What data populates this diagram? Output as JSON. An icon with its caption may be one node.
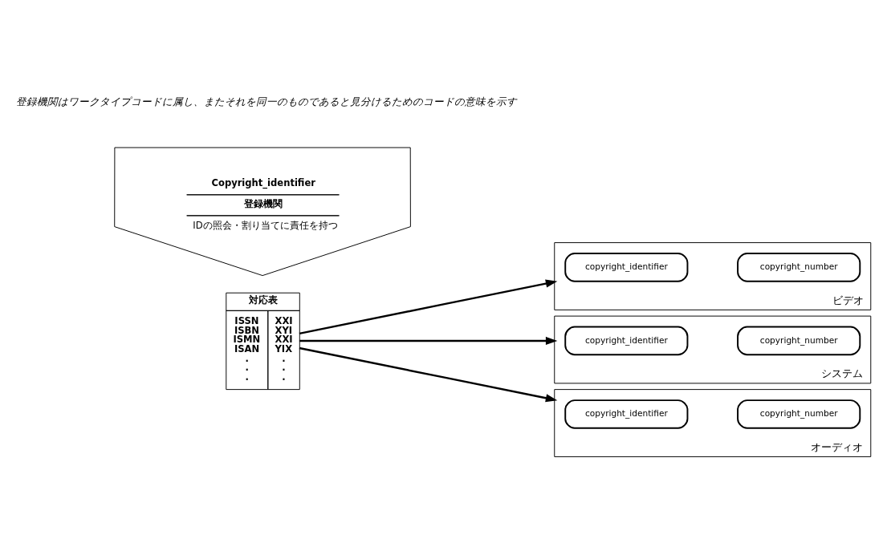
{
  "diagram": {
    "nodes": [
      {
        "text": [
          "対応表",
          "ISSN ISBN ISMN ISAN . . .",
          "XXI XYI XXI YIX . . ."
        ]
      },
      {
        "text": [
          "Copyright_identifier",
          "登録機関",
          "IDの照会・割り当てに責任を持つ"
        ]
      },
      {
        "text": [],
        "shape": "box",
        "beside": [
          "ビデオ"
        ]
      },
      {
        "text": [
          "copyright_identifier"
        ],
        "in": 2
      },
      {
        "text": [
          "copyright_number"
        ],
        "in": 2
      },
      {
        "text": [],
        "shape": "box",
        "beside": [
          "システム"
        ]
      },
      {
        "text": [
          "copyright_identifier"
        ],
        "in": 5
      },
      {
        "text": [
          "copyright_number"
        ],
        "in": 5
      },
      {
        "text": [],
        "shape": "box",
        "beside": [
          "オーディオ"
        ]
      },
      {
        "text": [
          "copyright_identifier"
        ],
        "in": 8
      },
      {
        "text": [
          "copyright_number"
        ],
        "in": 8
      }
    ],
    "edges": [
      {
        "from": 0,
        "to": 2,
        "arrow": "to"
      },
      {
        "from": 0,
        "to": 5,
        "arrow": "to"
      },
      {
        "from": 0,
        "to": 8,
        "arrow": "to"
      }
    ],
    "labels": [
      "登録機関はワークタイプコードに属し、またそれを同一のものであると見分けるためのコードの意味を示す"
    ]
  }
}
